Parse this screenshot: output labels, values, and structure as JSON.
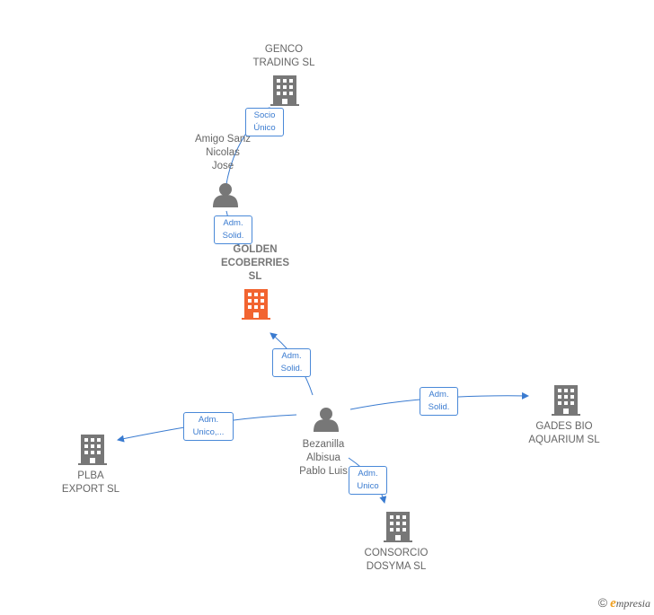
{
  "colors": {
    "edge": "#3a7bd0",
    "building_gray": "#777777",
    "building_highlight": "#f26430",
    "person_gray": "#777777"
  },
  "nodes": {
    "genco": {
      "label": "GENCO\nTRADING  SL",
      "icon": "building-icon"
    },
    "amigo": {
      "label": "Amigo Sanz\nNicolas\nJose",
      "icon": "person-icon"
    },
    "golden": {
      "label": "GOLDEN\nECOBERRIES\nSL",
      "icon": "building-icon"
    },
    "bezanilla": {
      "label": "Bezanilla\nAlbisua\nPablo Luis",
      "icon": "person-icon"
    },
    "gades": {
      "label": "GADES BIO\nAQUARIUM  SL",
      "icon": "building-icon"
    },
    "plba": {
      "label": "PLBA\nEXPORT SL",
      "icon": "building-icon"
    },
    "consorcio": {
      "label": "CONSORCIO\nDOSYMA SL",
      "icon": "building-icon"
    }
  },
  "edges": {
    "amigo_genco": "Socio\nÚnico",
    "amigo_golden": "Adm.\nSolid.",
    "bezanilla_golden": "Adm.\nSolid.",
    "bezanilla_gades": "Adm.\nSolid.",
    "bezanilla_plba": "Adm.\nUnico,...",
    "bezanilla_consorcio": "Adm.\nUnico"
  },
  "brand": {
    "symbol": "©",
    "initial": "e",
    "rest": "mpresia"
  }
}
